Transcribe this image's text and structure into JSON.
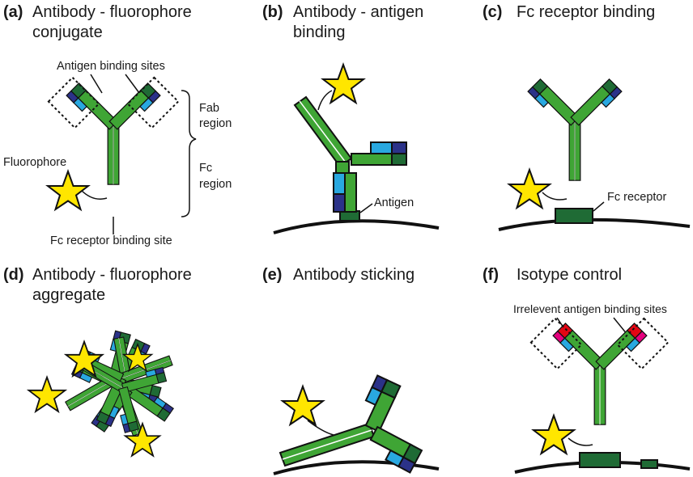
{
  "panels": {
    "a": {
      "letter": "(a)",
      "title_line1": "Antibody - fluorophore",
      "title_line2": "conjugate",
      "labels": {
        "antigen_binding_sites": "Antigen binding sites",
        "fab_line1": "Fab",
        "fab_line2": "region",
        "fc_line1": "Fc",
        "fc_line2": "region",
        "fluorophore": "Fluorophore",
        "fc_receptor_binding_site": "Fc receptor binding site"
      }
    },
    "b": {
      "letter": "(b)",
      "title_line1": "Antibody - antigen",
      "title_line2": "binding",
      "labels": {
        "antigen": "Antigen"
      }
    },
    "c": {
      "letter": "(c)",
      "title_line1": "Fc receptor binding",
      "labels": {
        "fc_receptor": "Fc receptor"
      }
    },
    "d": {
      "letter": "(d)",
      "title_line1": "Antibody - fluorophore",
      "title_line2": "aggregate"
    },
    "e": {
      "letter": "(e)",
      "title_line1": "Antibody sticking"
    },
    "f": {
      "letter": "(f)",
      "title_line1": "Isotype control",
      "labels": {
        "irrelevant_sites": "Irrelevent antigen binding sites"
      }
    }
  },
  "colors": {
    "heavy_chain": "#3fa535",
    "dark_green": "#1f6b35",
    "light_blue": "#29a8e0",
    "dark_blue": "#2b3289",
    "fluorophore": "#ffe600",
    "red": "#e30613",
    "magenta": "#e6007e",
    "outline": "#111111"
  },
  "icons": {
    "antibody": "y-shaped-antibody-icon",
    "fluorophore": "star-icon",
    "antigen": "antigen-block-icon",
    "receptor": "fc-receptor-icon",
    "surface": "cell-surface-curve"
  }
}
